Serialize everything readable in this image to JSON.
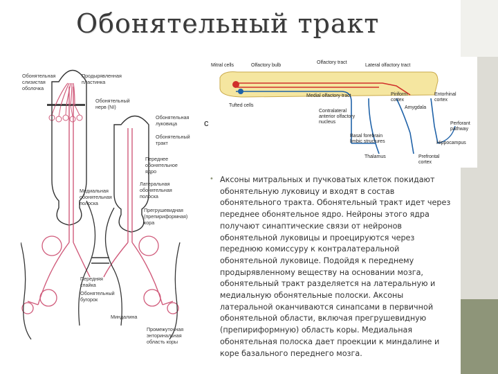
{
  "slide": {
    "title": "Обонятельный тракт",
    "accent_color": "#8e9579",
    "body_text": "Аксоны митральных и пучковатых клеток покидают обонятельную луковицу и входят в состав обонятельного тракта. Обонятельный тракт идет через переднее обонятельное ядро. Нейроны этого ядра получают синаптические связи от нейронов обонятельной луковицы и проецируются через переднюю комиссуру к контралатеральной обонятельной луковице. Подойдя к переднему продырявленному веществу на основании мозга, обонятельный тракт разделяется на латеральную и медиальную обонятельные полоски. Аксоны латеральной оканчиваются синапсами в первичной обонятельной области, включая прегрушевидную (препириформную) область коры. Медиальная обонятельная полоска дает проекции к миндалине и коре базального переднего мозга."
  },
  "left_diagram": {
    "labels": {
      "mucosa": [
        "Обонятельная",
        "слизистая",
        "оболочка"
      ],
      "cribriform": [
        "Продырявленная",
        "пластинка"
      ],
      "nerve": [
        "Обонятельный",
        "нерв (NI)"
      ],
      "bulb": [
        "Обонятельная",
        "луковица"
      ],
      "tract": [
        "Обонятельный",
        "тракт"
      ],
      "anterior_nucleus": [
        "Переднее",
        "обонятельное",
        "ядро"
      ],
      "lateral_stria": [
        "Латеральная",
        "обонятельная",
        "полоска"
      ],
      "medial_stria": [
        "Медиальная",
        "обонятельная",
        "полоска"
      ],
      "prepiriform": [
        "Прегрушевидная",
        "(препириформная)",
        "кора"
      ],
      "commissure": [
        "Передняя",
        "спайка"
      ],
      "tubercle": [
        "Обонятельный",
        "бугорок"
      ],
      "amygdala": [
        "Миндалина"
      ],
      "entorhinal": [
        "Промежуточная",
        "энторинальная",
        "область коры"
      ]
    }
  },
  "right_diagram": {
    "panel_letter": "c",
    "labels": {
      "mitral": "Mitral cells",
      "bulb": "Olfactory bulb",
      "tract": "Olfactory tract",
      "lateral": "Lateral olfactory tract",
      "tufted": "Tufted cells",
      "medial": "Medial olfactory tract",
      "piriform": [
        "Piriform",
        "cortex"
      ],
      "entorhinal": [
        "Entorhinal",
        "cortex"
      ],
      "amygdala": "Amygdala",
      "contralateral": [
        "Contralateral",
        "anterior olfactory",
        "nucleus"
      ],
      "perforant": [
        "Perforant",
        "pathway"
      ],
      "basal": [
        "Basal forebrain",
        "limbic structures"
      ],
      "hippocampus": "Hippocampus",
      "thalamus": "Thalamus",
      "prefrontal": [
        "Prefrontal",
        "cortex"
      ]
    }
  }
}
